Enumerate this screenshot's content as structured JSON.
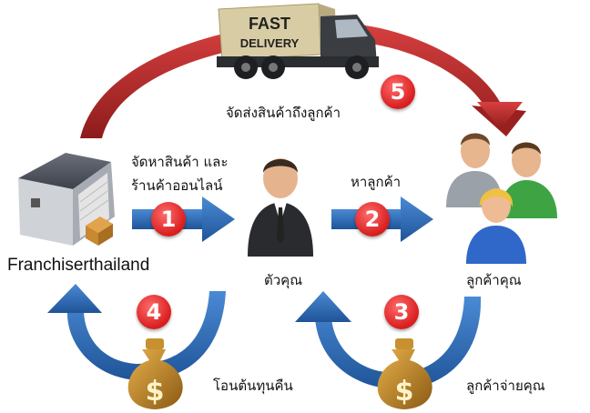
{
  "truck": {
    "line1": "FAST",
    "line2": "DELIVERY"
  },
  "labels": {
    "franchisor": "Franchiserthailand",
    "sourcing_line1": "จัดหาสินค้า และ",
    "sourcing_line2": "ร้านค้าออนไลน์",
    "you": "ตัวคุณ",
    "find_customers": "หาลูกค้า",
    "customers": "ลูกค้าคุณ",
    "delivery": "จัดส่งสินค้าถึงลูกค้า",
    "refund": "โอนต้นทุนคืน",
    "customer_pays": "ลูกค้าจ่ายคุณ"
  },
  "steps": [
    "1",
    "2",
    "3",
    "4",
    "5"
  ],
  "colors": {
    "blue_arrow": "#2f6fb5",
    "red_arrow": "#b42828",
    "badge": "#d81d1d"
  }
}
